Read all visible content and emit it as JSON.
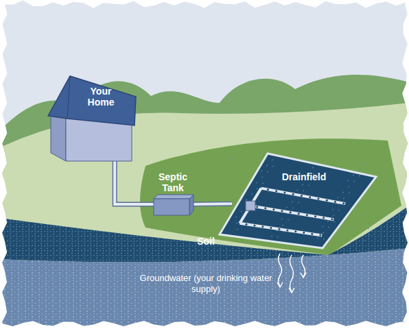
{
  "diagram": {
    "nodes": [
      {
        "text": [
          "Your Home"
        ]
      },
      {
        "text": [
          "Septic Tank"
        ]
      },
      {
        "text": [
          "Drainfield"
        ]
      }
    ],
    "edges": [
      {
        "from": 0,
        "to": 1,
        "arrow": "none"
      },
      {
        "from": 1,
        "to": 2,
        "arrow": "none"
      }
    ],
    "labels": [
      "Soil",
      "Groundwater (your drinking water supply)"
    ]
  }
}
